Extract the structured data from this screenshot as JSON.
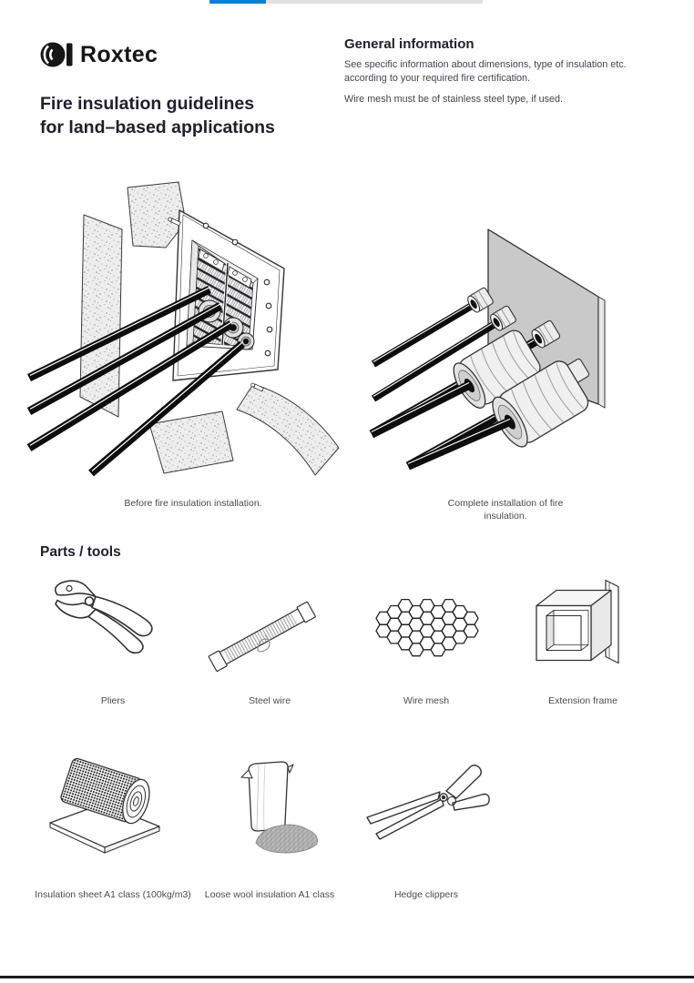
{
  "brand": {
    "name": "Roxtec"
  },
  "general_info": {
    "heading": "General information",
    "paragraphs": [
      "See specific information about dimensions, type of insulation etc. according to your required fire certification.",
      "Wire mesh must be of stainless steel type, if used."
    ]
  },
  "title": {
    "line1": "Fire insulation guidelines",
    "line2": "for land–based applications"
  },
  "figures": [
    {
      "name": "before-installation",
      "caption": "Before fire insulation installation."
    },
    {
      "name": "complete-installation",
      "caption": "Complete installation of fire insulation."
    }
  ],
  "parts_tools": {
    "heading": "Parts / tools",
    "row1": [
      {
        "label": "Pliers",
        "icon": "pliers-icon"
      },
      {
        "label": "Steel wire",
        "icon": "steel-wire-icon"
      },
      {
        "label": "Wire mesh",
        "icon": "wire-mesh-icon"
      },
      {
        "label": "Extension frame",
        "icon": "extension-frame-icon"
      }
    ],
    "row2": [
      {
        "label": "Insulation sheet A1 class (100kg/m3)",
        "icon": "insulation-sheet-icon"
      },
      {
        "label": "Loose wool insulation A1 class",
        "icon": "loose-wool-icon"
      },
      {
        "label": "Hedge clippers",
        "icon": "hedge-clippers-icon"
      }
    ]
  },
  "colors": {
    "accent_blue": "#0680d2",
    "bar_gray": "#e0e0e0",
    "ink": "#20202c",
    "body_text": "#45454d",
    "panel_gray": "#c9c9c9",
    "rule_dark": "#191919"
  }
}
